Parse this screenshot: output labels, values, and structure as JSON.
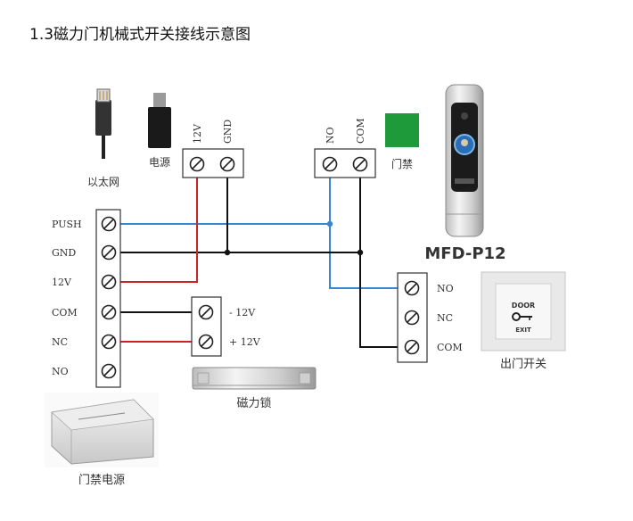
{
  "title": "1.3磁力门机械式开关接线示意图",
  "colors": {
    "red": "#cc2222",
    "blue": "#3a86cc",
    "black": "#111111",
    "green": "#1e9a3a"
  },
  "devices": {
    "ethernet": "以太网",
    "power_adapter": "电源",
    "access_control": "门禁",
    "reader_model": "MFD-P12",
    "controller_power": "门禁电源",
    "magnetic_lock": "磁力锁",
    "exit_button": "出门开关",
    "button_door": "DOOR",
    "button_exit": "EXIT"
  },
  "power_block": {
    "t1": "12V",
    "t2": "GND"
  },
  "relay_block": {
    "t1": "NO",
    "t2": "COM"
  },
  "panel_terminals": [
    "PUSH",
    "GND",
    "12V",
    "COM",
    "NC",
    "NO"
  ],
  "lock_terminals": [
    "- 12V",
    "+ 12V"
  ],
  "exit_terminals": [
    "NO",
    "NC",
    "COM"
  ]
}
